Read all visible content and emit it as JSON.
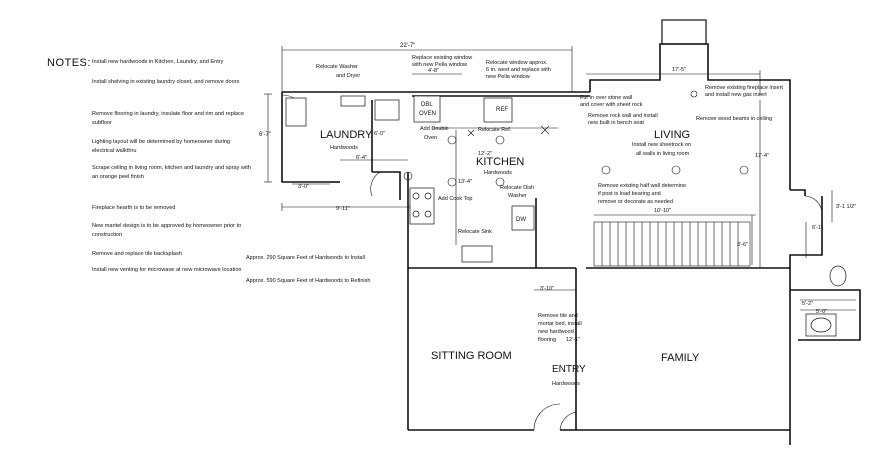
{
  "notes": {
    "title": "NOTES:",
    "items": [
      "Install new hardwoods in Kitchen, Laundry, and Entry",
      "Install shelving in existing laundry closet, and remove doors",
      "Remove flooring in laundry, insulate floor and rim and replace subfloor",
      "Lighting layout will be determined by homeowner during electrical walkthru",
      "Scrape ceiling in living room, kitchen and laundry and spray with an orange peel finish",
      "Fireplace hearth is to be removed",
      "New mantel design is to be approved by homeowner prior to construction",
      "Remove and replace tile backsplash",
      "Install new venting for microwave at new microwave location"
    ]
  },
  "summary": {
    "install_sqft": "Approx. 290 Square Feet of Hardwoods to Install",
    "refinish_sqft": "Approx. 590 Square Feet of Hardwoods to Refinish"
  },
  "rooms": {
    "laundry": "LAUNDRY",
    "laundry_floor": "Hardwoods",
    "kitchen": "KITCHEN",
    "kitchen_floor": "Hardwoods",
    "living": "LIVING",
    "sitting": "SITTING ROOM",
    "family": "FAMILY",
    "entry": "ENTRY",
    "entry_floor": "Hardwoods"
  },
  "annotations": {
    "relocate_washer_1": "Relocate Washer",
    "relocate_washer_2": "and Dryer",
    "replace_window_1": "Replace existing window",
    "replace_window_2": "with new Pella window",
    "relocate_window_1": "Relocate window approx.",
    "relocate_window_2": "6 in. west and replace with",
    "relocate_window_3": "new Pella window",
    "dbl_oven_1": "DBL",
    "dbl_oven_2": "OVEN",
    "add_double_1": "Add Double",
    "add_double_2": "Oven",
    "ref": "REF",
    "relocate_ref": "Relocate Ref.",
    "fur_1": "Fur in over stone wall",
    "fur_2": "and cover with sheet rock",
    "rock_1": "Remove rock wall and install",
    "rock_2": "new built in bench seat",
    "fireplace_1": "Remove existing fireplace insert",
    "fireplace_2": "and install new gas insert",
    "beams": "Remove wood beams in ceiling",
    "sheetrock_1": "Install new sheetrock on",
    "sheetrock_2": "all walls in living room",
    "halfwall_1": "Remove existing half wall determine",
    "halfwall_2": "if post is load bearing and",
    "halfwall_3": "remove or decorate as needed",
    "cooktop": "Add Cook Top",
    "dishwasher_1": "Relocate Dish",
    "dishwasher_2": "Washer",
    "dw": "DW",
    "sink": "Relocate Sink",
    "tile_1": "Remove tile and",
    "tile_2": "mortar bed, install",
    "tile_3": "new hardwood",
    "tile_4": "flooring",
    "tile_dim": "12'-1\""
  },
  "dimensions": {
    "overall_width": "22'-7\"",
    "window_span": "4'-8\"",
    "living_width": "17'-5\"",
    "laundry_height": "6'-7\"",
    "laundry_inner": "6'-0\"",
    "laundry_small": "6'-4\"",
    "closet": "3'-0\"",
    "kitchen_width": "12'-2\"",
    "kitchen_height": "13'-4\"",
    "lower_width": "9'-11\"",
    "living_height": "17'-4\"",
    "stair_width": "10'-10\"",
    "stair_height": "3'-6\"",
    "entry_width": "3'-10\"",
    "side_1": "3'-1 1/2\"",
    "side_2": "6'-1\"",
    "bath_1": "5'-2\"",
    "bath_2": "5'-0\""
  }
}
